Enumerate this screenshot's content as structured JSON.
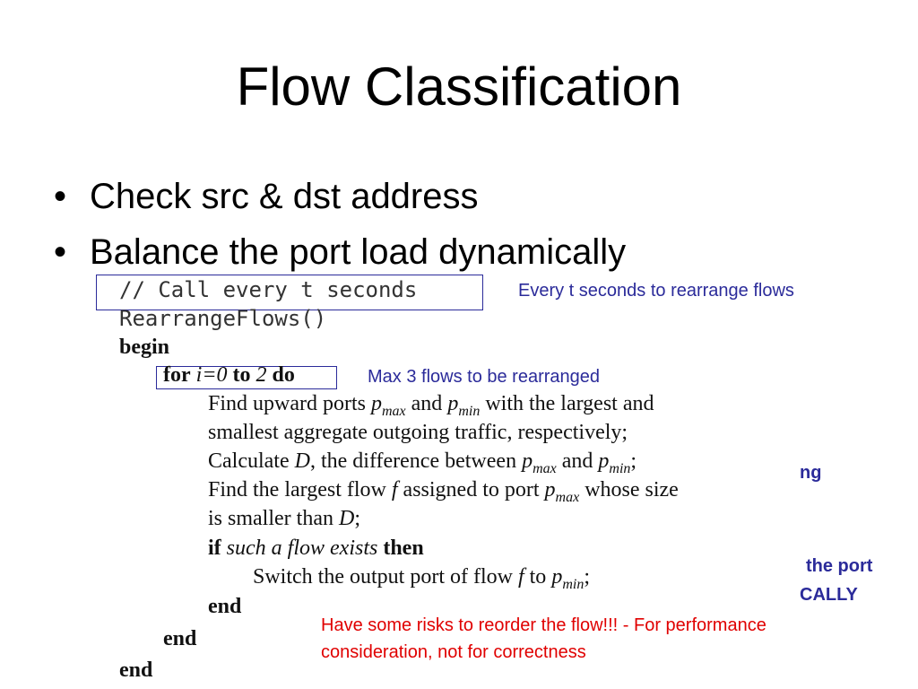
{
  "slide": {
    "title": "Flow Classification",
    "bullets": [
      {
        "marker": "•",
        "text": "Check src & dst address"
      },
      {
        "marker": "•",
        "text": "Balance the port load dynamically"
      }
    ],
    "algorithm": {
      "comment": "// Call every t seconds",
      "function": "RearrangeFlows()",
      "begin": "begin",
      "for_kw": "for",
      "for_var": "i=0",
      "for_to": "to",
      "for_limit": "2",
      "for_do": "do",
      "lines": [
        "Find upward ports p_max and p_min with the largest and",
        "smallest aggregate outgoing traffic, respectively;",
        "Calculate D, the difference between p_max and p_min;",
        "Find the largest flow f assigned to port p_max whose size",
        "is smaller than D;"
      ],
      "if_kw": "if",
      "if_cond": "such a flow exists",
      "then_kw": "then",
      "switch_line": "Switch the output port of flow f to p_min;",
      "end_inner": "end",
      "end_for": "end",
      "end_func": "end"
    },
    "annotations": {
      "every_t": "Every t seconds to rearrange flows",
      "max3": "Max 3 flows to be rearranged",
      "partial_ng": "ng",
      "partial_port": "the port",
      "partial_cally": "CALLY",
      "risk": "Have some risks to reorder the flow!!! - For performance consideration, not for correctness"
    }
  }
}
